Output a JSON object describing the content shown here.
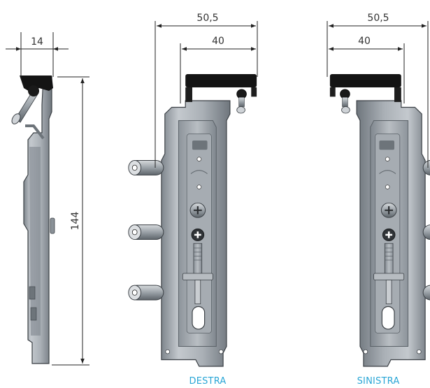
{
  "dimensions": {
    "side_width": "14",
    "side_height": "144",
    "right_overall_width": "50,5",
    "right_inner_width": "40",
    "left_overall_width": "50,5",
    "left_inner_width": "40"
  },
  "labels": {
    "right_version": "DESTRA",
    "left_version": "SINISTRA"
  },
  "colors": {
    "caption": "#2aa6d6",
    "dimension_lines": "#222222",
    "metal_light": "#c9cdd1",
    "metal_mid": "#9aa0a6",
    "metal_dark": "#4b5056",
    "black_part": "#141414"
  }
}
